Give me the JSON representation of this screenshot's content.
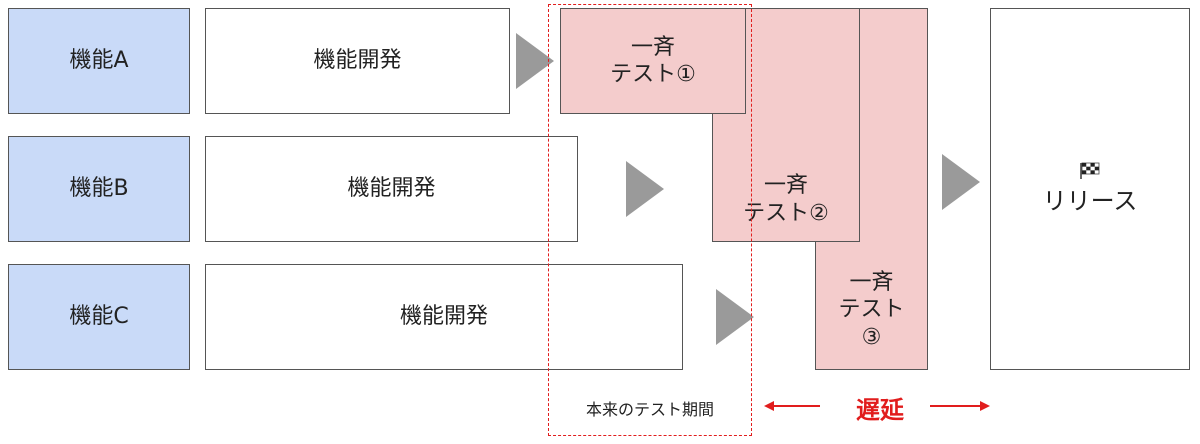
{
  "features": [
    {
      "label": "機能A",
      "dev": "機能開発"
    },
    {
      "label": "機能B",
      "dev": "機能開発"
    },
    {
      "label": "機能C",
      "dev": "機能開発"
    }
  ],
  "tests": [
    {
      "line1": "一斉",
      "line2": "テスト①",
      "line3": ""
    },
    {
      "line1": "一斉",
      "line2": "テスト②",
      "line3": ""
    },
    {
      "line1": "一斉",
      "line2": "テスト",
      "line3": "③"
    }
  ],
  "release": {
    "icon": "checkered-flag-icon",
    "label": "リリース"
  },
  "planned_test_period": "本来のテスト期間",
  "delay": {
    "label": "遅延"
  },
  "colors": {
    "feature_fill": "#c9daf8",
    "test_fill": "#f4cccc",
    "arrow": "#9a9a9a",
    "accent_red": "#e11d1d"
  }
}
